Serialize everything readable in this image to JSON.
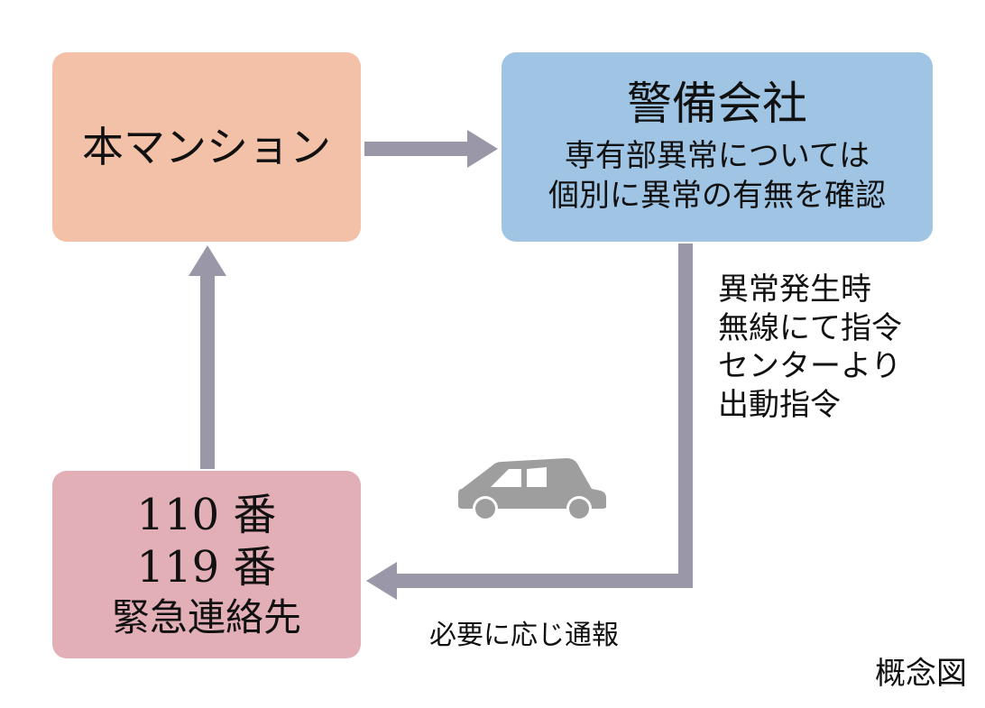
{
  "colors": {
    "mansion_fill": "#f2c1a7",
    "security_fill": "#9fc4e4",
    "emergency_fill": "#e3afb7",
    "arrow": "#9a98a8",
    "car": "#9e9e9e"
  },
  "mansion": {
    "label": "本マンション"
  },
  "security": {
    "title": "警備会社",
    "line1": "専有部異常については",
    "line2": "個別に異常の有無を確認"
  },
  "dispatch_note": {
    "line1": "異常発生時",
    "line2": "無線にて指令",
    "line3": "センターより",
    "line4": "出動指令"
  },
  "emergency": {
    "line1": "110 番",
    "line2": "119 番",
    "line3": "緊急連絡先"
  },
  "report_note": "必要に応じ通報",
  "concept_label": "概念図",
  "icons": [
    "arrow-right-icon",
    "arrow-up-icon",
    "arrow-down-left-icon",
    "car-icon"
  ]
}
